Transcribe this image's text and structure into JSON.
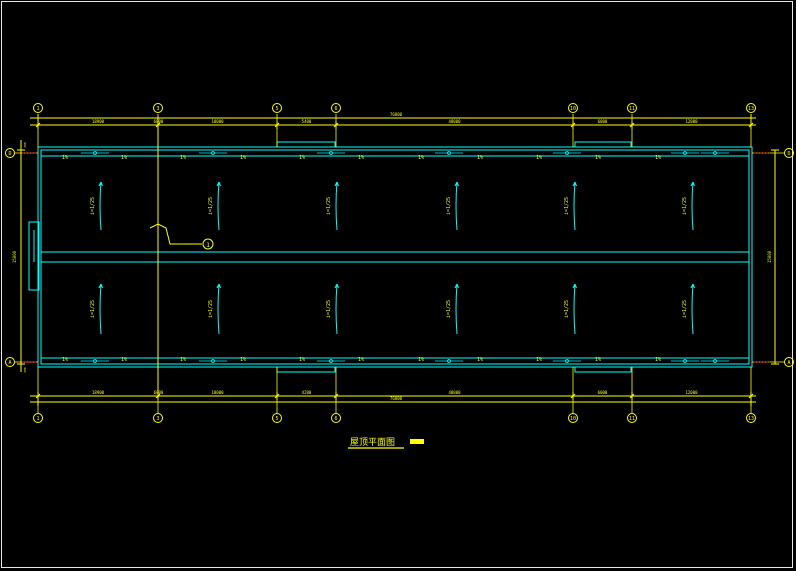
{
  "colors": {
    "background": "#000000",
    "frame": "#e8e8e8",
    "dimension": "#ffff00",
    "wall": "#00ffff",
    "slope_text": "#ffff00",
    "axis_tick": "#ff2020",
    "title_bar": "#ffff00"
  },
  "axes": {
    "top": [
      "1",
      "3",
      "5",
      "6",
      "10",
      "11",
      "13"
    ],
    "bottom": [
      "1",
      "3",
      "5",
      "6",
      "10",
      "11",
      "13"
    ],
    "left": [
      "D",
      "A"
    ],
    "right": [
      "D",
      "A"
    ]
  },
  "dimensions": {
    "top_segments": [
      "18900",
      "6000",
      "18000",
      "5400",
      "48000",
      "6000",
      "12000"
    ],
    "top_total": "76800",
    "bottom_segments": [
      "18900",
      "6000",
      "18000",
      "4200",
      "48000",
      "6000",
      "12000"
    ],
    "bottom_total": "76800",
    "left_total": "15000",
    "right_total": "15000",
    "left_small": [
      "200",
      "200"
    ]
  },
  "slopes": {
    "top_row": [
      "1%",
      "1%",
      "1%",
      "1%",
      "1%",
      "1%",
      "1%",
      "1%",
      "1%",
      "1%",
      "1%"
    ],
    "bottom_row": [
      "1%",
      "1%",
      "1%",
      "1%",
      "1%",
      "1%",
      "1%",
      "1%",
      "1%",
      "1%",
      "1%"
    ],
    "upper_pitch": [
      "i=1/25",
      "i=1/25",
      "i=1/25",
      "i=1/25",
      "i=1/25",
      "i=1/25"
    ],
    "lower_pitch": [
      "i=1/25",
      "i=1/25",
      "i=1/25",
      "i=1/25",
      "i=1/25",
      "i=1/25"
    ]
  },
  "callout": {
    "label": "1"
  },
  "title": "屋顶平面图"
}
